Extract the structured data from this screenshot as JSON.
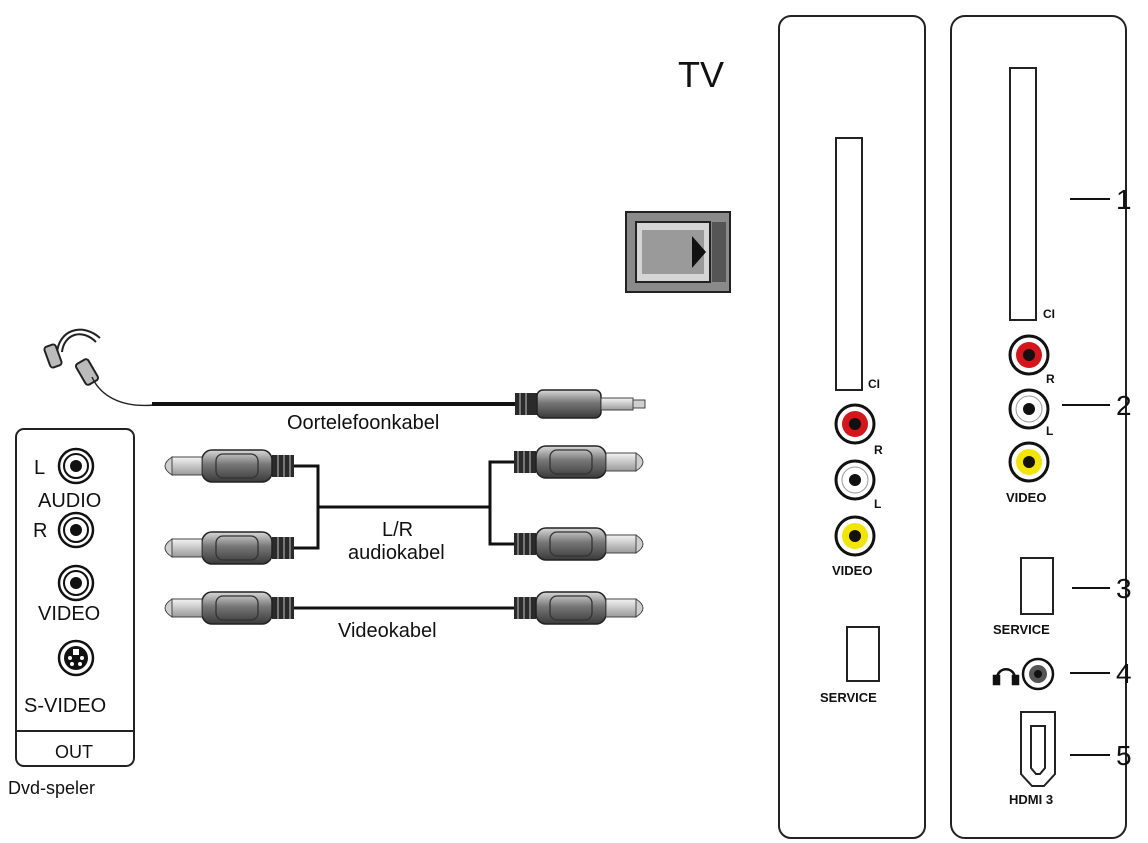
{
  "tv": {
    "title": "TV"
  },
  "dvd": {
    "caption": "Dvd-speler",
    "labels": {
      "left": "L",
      "audio": "AUDIO",
      "right": "R",
      "video": "VIDEO",
      "svideo": "S-VIDEO",
      "out": "OUT"
    }
  },
  "cables": {
    "headphone": "Oortelefoonkabel",
    "audio_line1": "L/R",
    "audio_line2": "audiokabel",
    "video": "Videokabel"
  },
  "panel_left": {
    "ci": "CI",
    "r": "R",
    "l": "L",
    "video": "VIDEO",
    "service": "SERVICE"
  },
  "panel_right": {
    "ci": "CI",
    "r": "R",
    "l": "L",
    "video": "VIDEO",
    "service": "SERVICE",
    "hdmi": "HDMI 3"
  },
  "callouts": [
    "1",
    "2",
    "3",
    "4",
    "5"
  ],
  "colors": {
    "red_jack": "#d8141b",
    "white_jack": "#ffffff",
    "yellow_jack": "#f2e600"
  }
}
